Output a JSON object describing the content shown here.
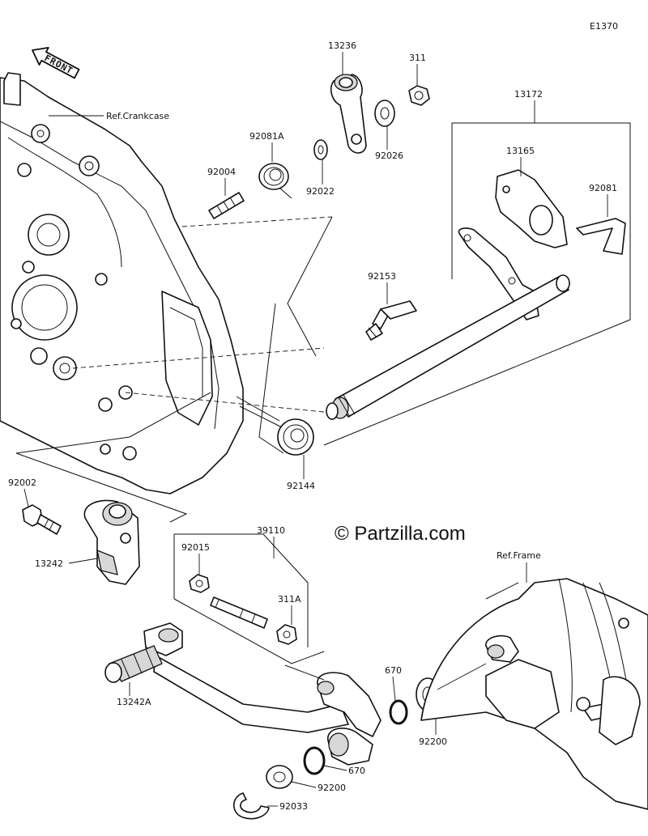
{
  "diagram_id": "E1370",
  "front_label": "FRONT",
  "watermark": "© Partzilla.com",
  "refs": {
    "crankcase": "Ref.Crankcase",
    "frame": "Ref.Frame"
  },
  "callouts": {
    "p13236": "13236",
    "p311": "311",
    "p13172": "13172",
    "p92081A": "92081A",
    "p92022": "92022",
    "p92026": "92026",
    "p92004": "92004",
    "p13165": "13165",
    "p92081": "92081",
    "p92153": "92153",
    "p92144": "92144",
    "p92002": "92002",
    "p39110": "39110",
    "p92015": "92015",
    "p13242": "13242",
    "p311A": "311A",
    "p670a": "670",
    "p13242A": "13242A",
    "p92200a": "92200",
    "p670b": "670",
    "p92200b": "92200",
    "p92033": "92033"
  }
}
